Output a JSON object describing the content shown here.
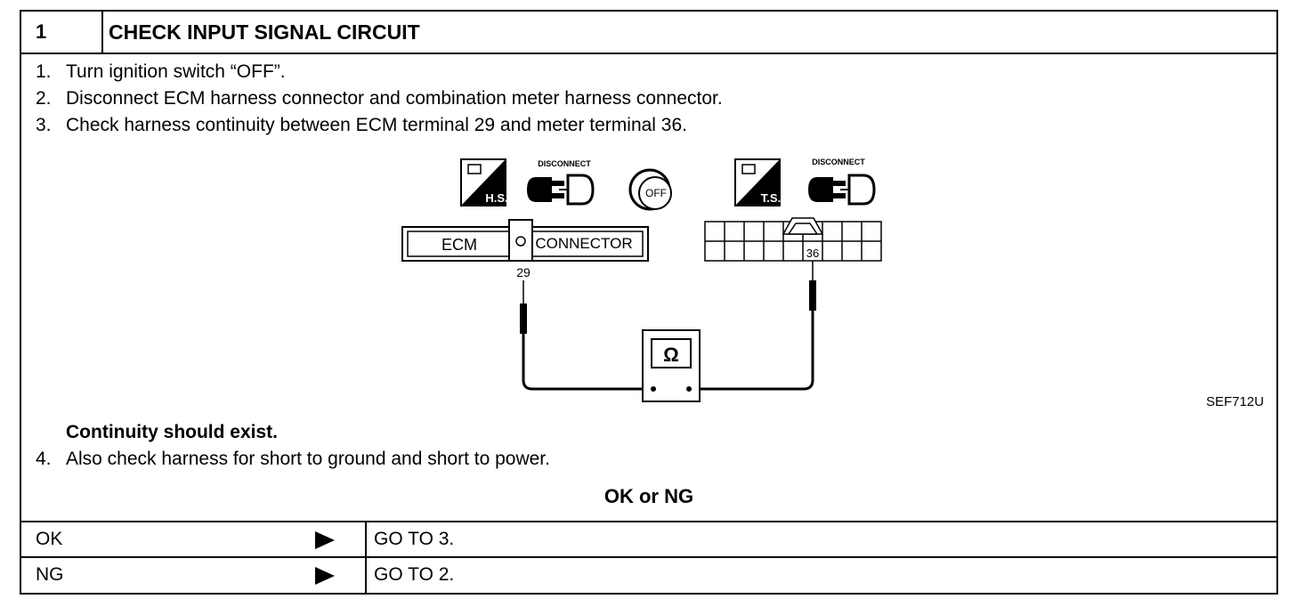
{
  "header": {
    "number": "1",
    "title": "CHECK INPUT SIGNAL CIRCUIT"
  },
  "steps": [
    {
      "num": "1.",
      "text": "Turn ignition switch “OFF”."
    },
    {
      "num": "2.",
      "text": "Disconnect ECM harness connector and combination meter harness connector."
    },
    {
      "num": "3.",
      "text": "Check harness continuity between ECM terminal 29 and meter terminal 36."
    }
  ],
  "diagram": {
    "ecm_label": "ECM",
    "connector_label": "CONNECTOR",
    "ecm_terminal": "29",
    "meter_terminal": "36",
    "hs_label": "H.S.",
    "ts_label": "T.S.",
    "disconnect_label_1": "DISCONNECT",
    "disconnect_label_2": "DISCONNECT",
    "key_label": "OFF",
    "meter_symbol": "Ω",
    "figure_ref": "SEF712U"
  },
  "result_note": "Continuity should exist.",
  "step4": {
    "num": "4.",
    "text": "Also check harness for short to ground and short to power."
  },
  "decision_label": "OK or NG",
  "outcomes": [
    {
      "label": "OK",
      "action": "GO TO 3."
    },
    {
      "label": "NG",
      "action": "GO TO 2."
    }
  ]
}
